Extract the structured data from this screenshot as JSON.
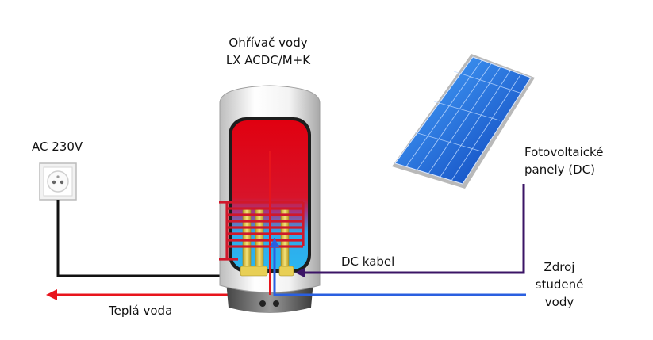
{
  "labels": {
    "heater_line1": "Ohřívač vody",
    "heater_line2": "LX ACDC/M+K",
    "ac_supply": "AC 230V",
    "pv_line1": "Fotovoltaické",
    "pv_line2": "panely (DC)",
    "dc_cable": "DC kabel",
    "cold_line1": "Zdroj",
    "cold_line2": "studené",
    "cold_line3": "vody",
    "hot_water": "Teplá voda"
  },
  "colors": {
    "hot_pipe": "#e8141c",
    "cold_pipe": "#2a5fe0",
    "dc_cable": "#3b1466",
    "ac_cable": "#111111",
    "tank_hot": "#e00010",
    "tank_cold": "#2ab7f0",
    "coil": "#d0182a",
    "heater_element": "#e8cf55",
    "solar_cell": "#1f6fe6"
  },
  "icons": {
    "outlet": "power-socket-icon",
    "solar": "solar-panel-icon",
    "heater": "water-heater-icon"
  }
}
